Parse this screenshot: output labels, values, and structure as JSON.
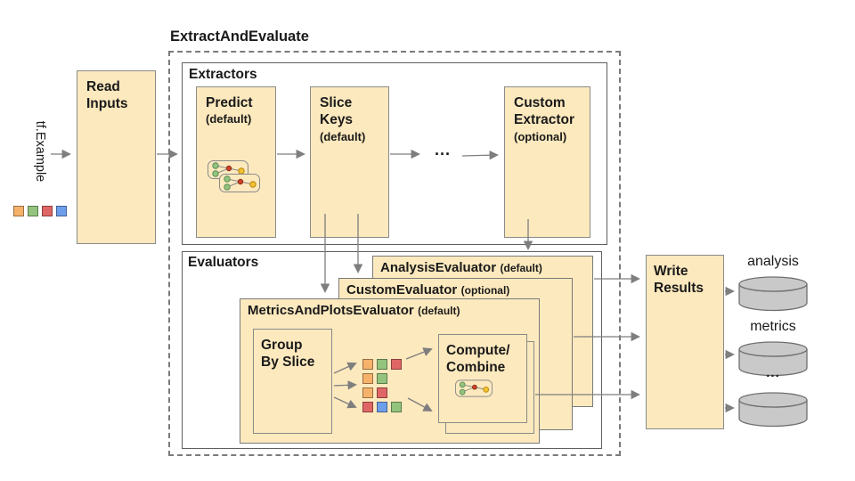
{
  "title": "ExtractAndEvaluate",
  "input": {
    "label": "tf.Example",
    "read_inputs_title": "Read\nInputs",
    "squares": [
      "orange",
      "green",
      "red",
      "blue"
    ]
  },
  "extractors": {
    "section_label": "Extractors",
    "predict": {
      "title": "Predict",
      "qualifier": "(default)"
    },
    "slice_keys": {
      "title": "Slice\nKeys",
      "qualifier": "(default)"
    },
    "custom_extractor": {
      "title": "Custom\nExtractor",
      "qualifier": "(optional)"
    },
    "ellipsis": "..."
  },
  "evaluators": {
    "section_label": "Evaluators",
    "analysis_evaluator": {
      "title": "AnalysisEvaluator",
      "qualifier": "(default)"
    },
    "custom_evaluator": {
      "title": "CustomEvaluator",
      "qualifier": "(optional)"
    },
    "metrics_and_plots_evaluator": {
      "title": "MetricsAndPlotsEvaluator",
      "qualifier": "(default)"
    },
    "group_by_slice_title": "Group\nBy Slice",
    "compute_combine_title": "Compute/\nCombine",
    "grid_rows": [
      [
        "orange",
        "green",
        "red"
      ],
      [
        "orange",
        "green"
      ],
      [
        "orange",
        "red"
      ],
      [
        "red",
        "blue",
        "green"
      ]
    ]
  },
  "output": {
    "write_results_title": "Write\nResults",
    "stores": [
      "analysis",
      "metrics",
      "..."
    ]
  },
  "palette": {
    "orange": "#F6B26B",
    "green": "#93C47D",
    "red": "#E06666",
    "blue": "#6D9EEB",
    "box_fill": "#FCE9BE",
    "box_border": "#8A8A8A",
    "container_border": "#5F5F5F",
    "arrow": "#7E7E7E",
    "cylinder_fill": "#C9C9C9",
    "cylinder_border": "#6E6E6E",
    "text": "#1A1A1A"
  }
}
